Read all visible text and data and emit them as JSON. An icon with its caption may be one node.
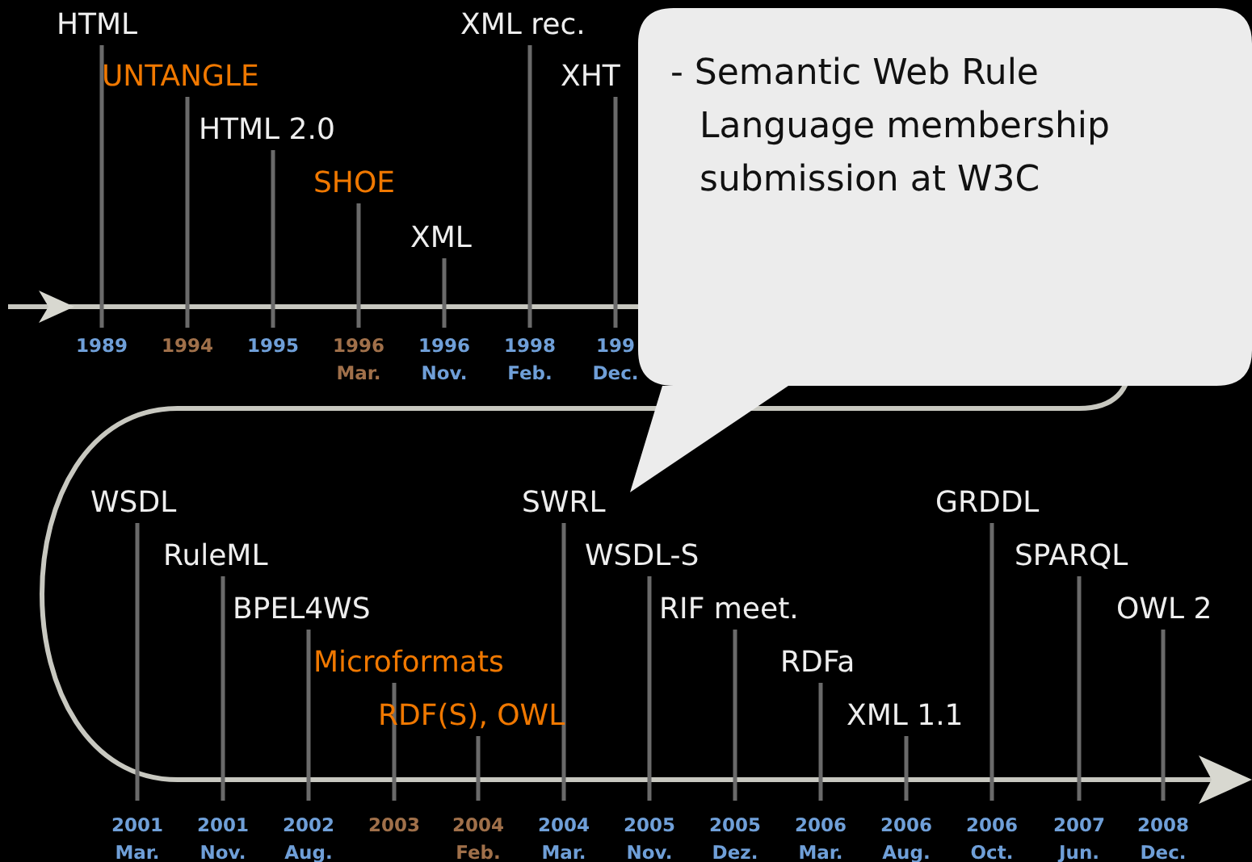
{
  "diagram": {
    "nodes": [
      {
        "text": [
          "- Semantic Web Rule Language membership submission at W3C"
        ]
      }
    ],
    "labels": [
      "HTML",
      "1989",
      "UNTANGLE",
      "1994",
      "HTML 2.0",
      "1995",
      "SHOE",
      "1996",
      "Mar.",
      "XML",
      "1996",
      "Nov.",
      "XML rec.",
      "1998",
      "Feb.",
      "XHT",
      "199",
      "Dec.",
      "WSDL",
      "2001",
      "Mar.",
      "RuleML",
      "2001",
      "Nov.",
      "BPEL4WS",
      "2002",
      "Aug.",
      "Microformats",
      "2003",
      "RDF(S), OWL",
      "2004",
      "Feb.",
      "SWRL",
      "2004",
      "Mar.",
      "WSDL-S",
      "2005",
      "Nov.",
      "RIF meet.",
      "2005",
      "Dez.",
      "RDFa",
      "2006",
      "Mar.",
      "XML 1.1",
      "2006",
      "Aug.",
      "GRDDL",
      "2006",
      "Oct.",
      "SPARQL",
      "2007",
      "Jun.",
      "OWL 2",
      "2008",
      "Dec."
    ]
  }
}
